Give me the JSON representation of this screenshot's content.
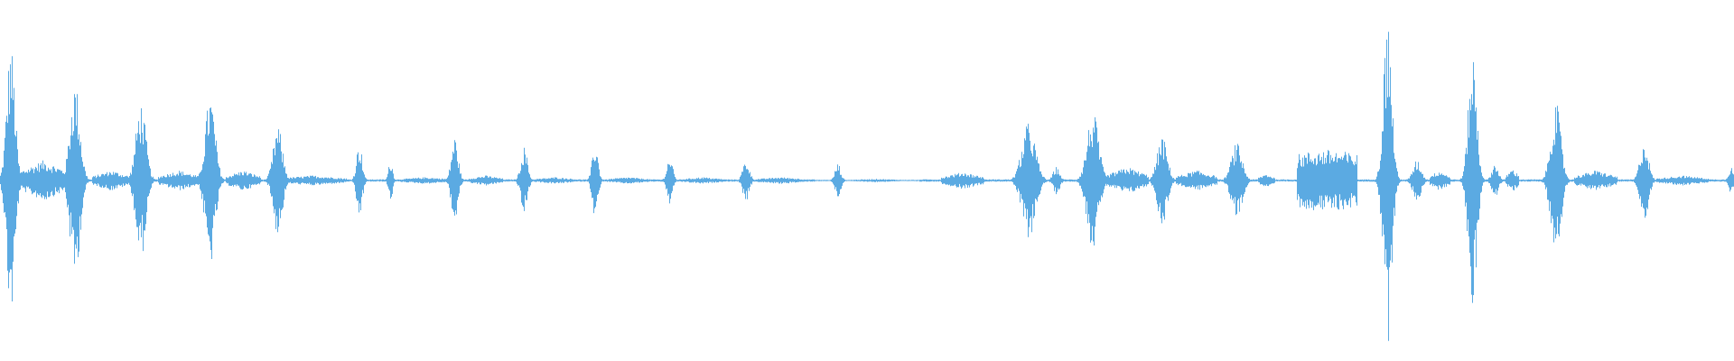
{
  "waveform": {
    "color": "#5baae2",
    "background": "#ffffff",
    "events": [
      {
        "center": 0.006,
        "width": 0.01,
        "amp": 0.8,
        "shape": "burst"
      },
      {
        "center": 0.025,
        "width": 0.03,
        "amp": 0.12,
        "shape": "tail"
      },
      {
        "center": 0.043,
        "width": 0.012,
        "amp": 0.58,
        "shape": "burst"
      },
      {
        "center": 0.064,
        "width": 0.022,
        "amp": 0.06,
        "shape": "tail"
      },
      {
        "center": 0.081,
        "width": 0.012,
        "amp": 0.46,
        "shape": "burst"
      },
      {
        "center": 0.103,
        "width": 0.024,
        "amp": 0.06,
        "shape": "tail"
      },
      {
        "center": 0.121,
        "width": 0.012,
        "amp": 0.5,
        "shape": "burst"
      },
      {
        "center": 0.14,
        "width": 0.02,
        "amp": 0.06,
        "shape": "tail"
      },
      {
        "center": 0.16,
        "width": 0.011,
        "amp": 0.32,
        "shape": "burst"
      },
      {
        "center": 0.18,
        "width": 0.04,
        "amp": 0.03,
        "shape": "tail"
      },
      {
        "center": 0.207,
        "width": 0.007,
        "amp": 0.22,
        "shape": "burst"
      },
      {
        "center": 0.225,
        "width": 0.005,
        "amp": 0.12,
        "shape": "burst"
      },
      {
        "center": 0.245,
        "width": 0.03,
        "amp": 0.02,
        "shape": "tail"
      },
      {
        "center": 0.262,
        "width": 0.008,
        "amp": 0.26,
        "shape": "burst"
      },
      {
        "center": 0.28,
        "width": 0.02,
        "amp": 0.03,
        "shape": "tail"
      },
      {
        "center": 0.302,
        "width": 0.008,
        "amp": 0.2,
        "shape": "burst"
      },
      {
        "center": 0.32,
        "width": 0.025,
        "amp": 0.02,
        "shape": "tail"
      },
      {
        "center": 0.343,
        "width": 0.007,
        "amp": 0.22,
        "shape": "burst"
      },
      {
        "center": 0.362,
        "width": 0.025,
        "amp": 0.02,
        "shape": "tail"
      },
      {
        "center": 0.386,
        "width": 0.007,
        "amp": 0.14,
        "shape": "burst"
      },
      {
        "center": 0.405,
        "width": 0.025,
        "amp": 0.02,
        "shape": "tail"
      },
      {
        "center": 0.43,
        "width": 0.008,
        "amp": 0.12,
        "shape": "burst"
      },
      {
        "center": 0.45,
        "width": 0.03,
        "amp": 0.02,
        "shape": "tail"
      },
      {
        "center": 0.483,
        "width": 0.007,
        "amp": 0.1,
        "shape": "burst"
      },
      {
        "center": 0.505,
        "width": 0.03,
        "amp": 0.01,
        "shape": "tail"
      },
      {
        "center": 0.555,
        "width": 0.025,
        "amp": 0.05,
        "shape": "tail"
      },
      {
        "center": 0.593,
        "width": 0.016,
        "amp": 0.34,
        "shape": "burst"
      },
      {
        "center": 0.609,
        "width": 0.008,
        "amp": 0.08,
        "shape": "burst"
      },
      {
        "center": 0.63,
        "width": 0.014,
        "amp": 0.4,
        "shape": "burst"
      },
      {
        "center": 0.65,
        "width": 0.024,
        "amp": 0.08,
        "shape": "tail"
      },
      {
        "center": 0.67,
        "width": 0.012,
        "amp": 0.26,
        "shape": "burst"
      },
      {
        "center": 0.69,
        "width": 0.024,
        "amp": 0.06,
        "shape": "tail"
      },
      {
        "center": 0.713,
        "width": 0.013,
        "amp": 0.22,
        "shape": "burst"
      },
      {
        "center": 0.73,
        "width": 0.01,
        "amp": 0.04,
        "shape": "tail"
      },
      {
        "center": 0.765,
        "width": 0.035,
        "amp": 0.18,
        "shape": "block"
      },
      {
        "center": 0.8,
        "width": 0.01,
        "amp": 0.96,
        "shape": "burst"
      },
      {
        "center": 0.817,
        "width": 0.01,
        "amp": 0.12,
        "shape": "burst"
      },
      {
        "center": 0.83,
        "width": 0.012,
        "amp": 0.06,
        "shape": "tail"
      },
      {
        "center": 0.849,
        "width": 0.01,
        "amp": 0.76,
        "shape": "burst"
      },
      {
        "center": 0.862,
        "width": 0.008,
        "amp": 0.1,
        "shape": "burst"
      },
      {
        "center": 0.872,
        "width": 0.008,
        "amp": 0.07,
        "shape": "tail"
      },
      {
        "center": 0.897,
        "width": 0.012,
        "amp": 0.46,
        "shape": "burst"
      },
      {
        "center": 0.92,
        "width": 0.025,
        "amp": 0.06,
        "shape": "tail"
      },
      {
        "center": 0.948,
        "width": 0.01,
        "amp": 0.24,
        "shape": "burst"
      },
      {
        "center": 0.97,
        "width": 0.03,
        "amp": 0.03,
        "shape": "tail"
      },
      {
        "center": 0.998,
        "width": 0.006,
        "amp": 0.08,
        "shape": "burst"
      }
    ]
  }
}
